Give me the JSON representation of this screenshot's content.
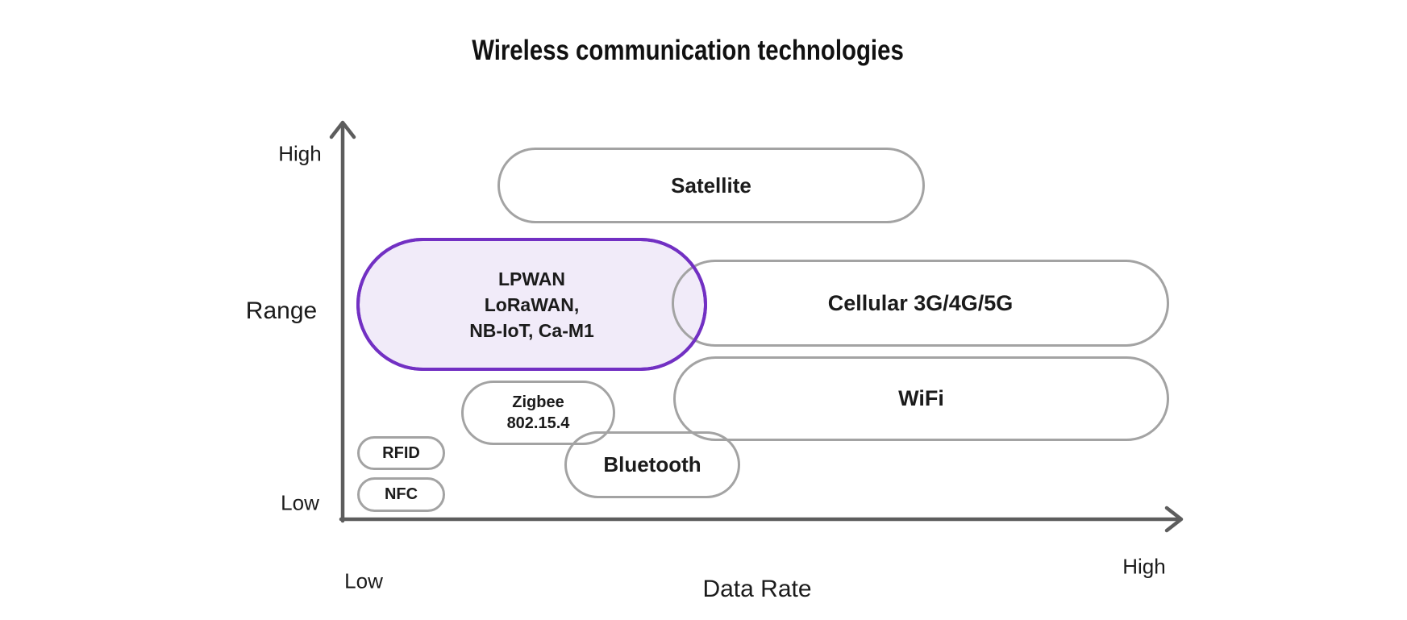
{
  "title": "Wireless communication technologies",
  "axes": {
    "y_label": "Range",
    "y_high": "High",
    "y_low": "Low",
    "x_label": "Data Rate",
    "x_low": "Low",
    "x_high": "High"
  },
  "bubbles": {
    "satellite": {
      "label": "Satellite",
      "range": "high",
      "data_rate": "low-to-mid"
    },
    "lpwan": {
      "line1": "LPWAN",
      "line2": "LoRaWAN,",
      "line3": "NB-IoT, Ca-M1",
      "highlighted": true,
      "range": "mid-high",
      "data_rate": "low"
    },
    "cellular": {
      "label": "Cellular 3G/4G/5G",
      "range": "mid-high",
      "data_rate": "mid-to-high"
    },
    "wifi": {
      "label": "WiFi",
      "range": "mid",
      "data_rate": "mid-to-high"
    },
    "zigbee": {
      "line1": "Zigbee",
      "line2": "802.15.4",
      "range": "low-mid",
      "data_rate": "low"
    },
    "bluetooth": {
      "label": "Bluetooth",
      "range": "low",
      "data_rate": "low-to-mid"
    },
    "rfid": {
      "label": "RFID",
      "range": "low",
      "data_rate": "low"
    },
    "nfc": {
      "label": "NFC",
      "range": "very-low",
      "data_rate": "low"
    }
  },
  "colors": {
    "bubble_border": "#a3a3a3",
    "highlight_border": "#7230c3",
    "highlight_fill": "#f1ebf9",
    "axis": "#5d5d5d",
    "text": "#1b1b1b"
  }
}
